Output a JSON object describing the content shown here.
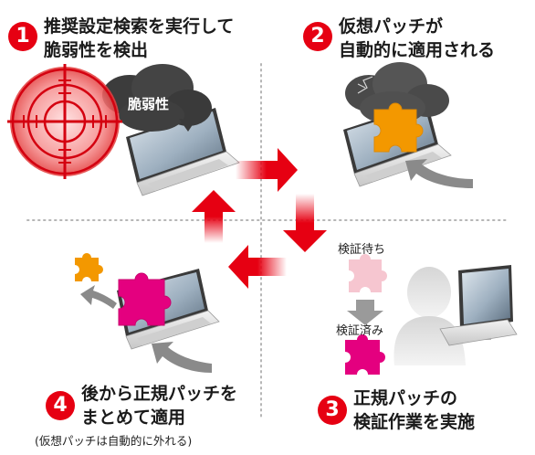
{
  "steps": [
    {
      "number": "1",
      "line1": "推奨設定検索を実行して",
      "line2": "脆弱性を検出"
    },
    {
      "number": "2",
      "line1": "仮想パッチが",
      "line2": "自動的に適用される"
    },
    {
      "number": "3",
      "line1": "正規パッチの",
      "line2": "検証作業を実施"
    },
    {
      "number": "4",
      "line1": "後から正規パッチを",
      "line2": "まとめて適用",
      "note": "(仮想パッチは自動的に外れる)"
    }
  ],
  "vulnerability_label": "脆弱性",
  "verification": {
    "pending": "検証待ち",
    "done": "検証済み"
  },
  "colors": {
    "accent": "#e60012",
    "virtual_patch": "#f39800",
    "official_patch": "#e4007f",
    "pending_patch": "#f6c6d0"
  }
}
